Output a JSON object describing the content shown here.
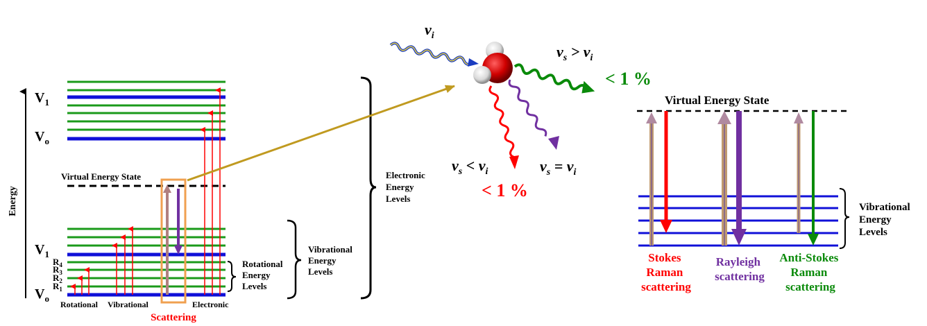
{
  "left": {
    "axis_label": "Energy",
    "v1_upper": "V",
    "v1_upper_sub": "1",
    "v0_upper": "V",
    "v0_upper_sub": "o",
    "v1_lower": "V",
    "v1_lower_sub": "1",
    "v0_lower": "V",
    "v0_lower_sub": "o",
    "r_labels": [
      {
        "main": "R",
        "sub": "4"
      },
      {
        "main": "R",
        "sub": "3"
      },
      {
        "main": "R",
        "sub": "2"
      },
      {
        "main": "R",
        "sub": "1"
      }
    ],
    "virtual_state": "Virtual Energy State",
    "bottom_rotational": "Rotational",
    "bottom_vibrational": "Vibrational",
    "bottom_electronic": "Electronic",
    "scattering": "Scattering",
    "rotational_levels": [
      "Rotational",
      "Energy",
      "Levels"
    ],
    "vibrational_levels": [
      "Vibrational",
      "Energy",
      "Levels"
    ],
    "electronic_levels": [
      "Electronic",
      "Energy",
      "Levels"
    ]
  },
  "middle": {
    "nu_i": "ν",
    "nu_i_sub": "i",
    "nus_gt_main": "ν",
    "nus_gt_sub": "s",
    "nus_gt_op": " > ν",
    "nus_gt_sub2": "i",
    "pct_green": "< 1 %",
    "nus_lt_main": "ν",
    "nus_lt_sub": "s",
    "nus_lt_op": " < ν",
    "nus_lt_sub2": "i",
    "nus_eq_main": "ν",
    "nus_eq_sub": "s",
    "nus_eq_op": " = ν",
    "nus_eq_sub2": "i",
    "pct_red": "< 1 %"
  },
  "right": {
    "virtual_state": "Virtual Energy State",
    "vibrational_levels": [
      "Vibrational",
      "Energy",
      "Levels"
    ],
    "stokes": [
      "Stokes",
      "Raman",
      "scattering"
    ],
    "rayleigh": [
      "Rayleigh",
      "scattering"
    ],
    "antistokes": [
      "Anti-Stokes",
      "Raman",
      "scattering"
    ]
  },
  "colors": {
    "green_level": "#1a9a1a",
    "blue_level": "#1010d8",
    "red_arrow": "#ff0000",
    "purple_arrow": "#7030a0",
    "green_text": "#0a8a0a",
    "orange_box": "#f0a050",
    "gold_arrow": "#c09a20",
    "red_text": "#ff0000",
    "purple_text": "#7030a0"
  }
}
